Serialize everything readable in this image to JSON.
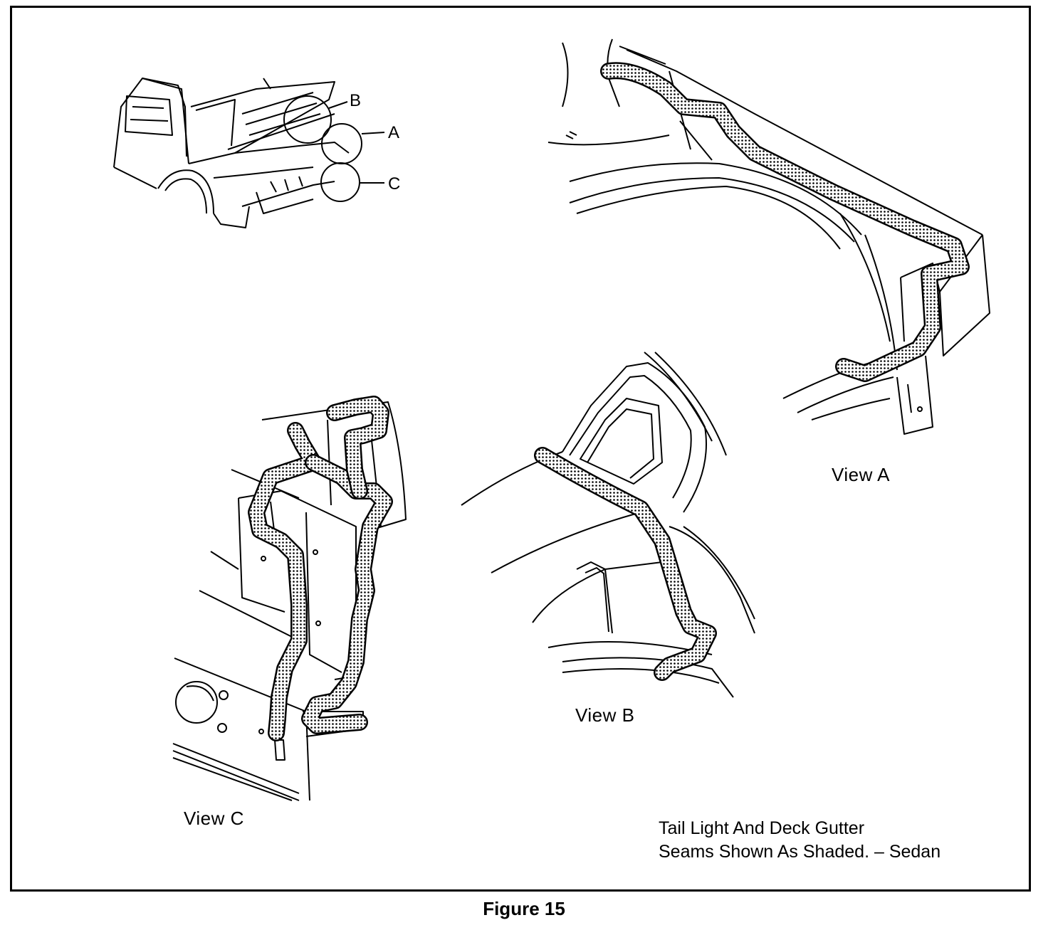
{
  "callouts": {
    "a": "A",
    "b": "B",
    "c": "C"
  },
  "views": {
    "a": "View A",
    "b": "View B",
    "c": "View C"
  },
  "caption": {
    "line1": "Tail Light And Deck Gutter",
    "line2": "Seams Shown As Shaded.  –  Sedan"
  },
  "figure_title": "Figure 15",
  "colors": {
    "line": "#000000",
    "seam_fill": "#c8c8c8",
    "background": "#ffffff"
  }
}
